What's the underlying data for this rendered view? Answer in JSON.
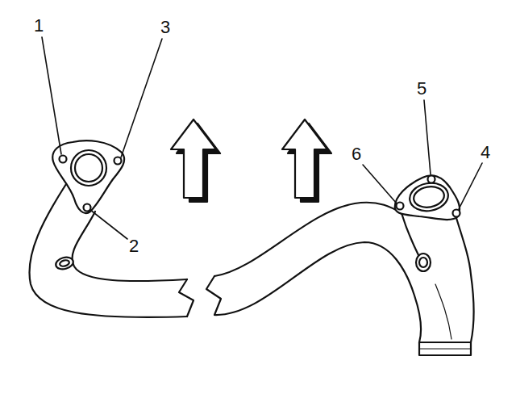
{
  "diagram": {
    "labels": [
      "1",
      "3",
      "2",
      "5",
      "6",
      "4"
    ]
  }
}
